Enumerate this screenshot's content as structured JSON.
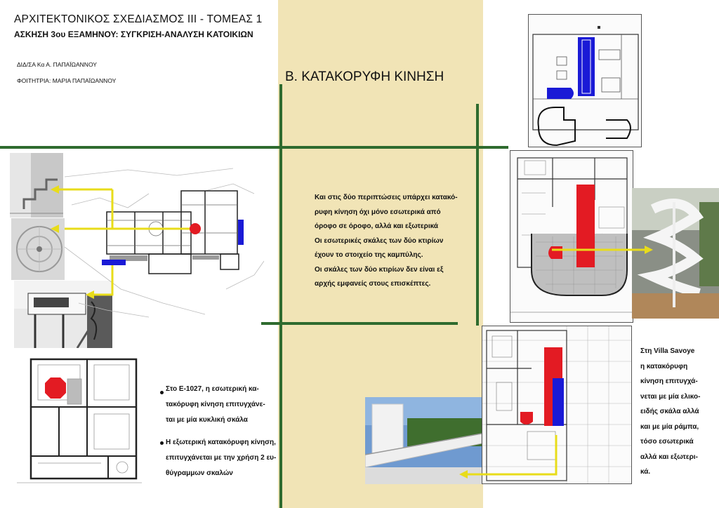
{
  "header": {
    "title": "ΑΡΧΙΤΕΚΤΟΝΙΚΟΣ ΣΧΕΔΙΑΣΜΟΣ ΙΙΙ - ΤΟΜΕΑΣ 1",
    "subtitle": "ΑΣΚΗΣΗ 3ου ΕΞΑΜΗΝΟΥ: ΣΥΓΚΡΙΣΗ-ΑΝΑΛΥΣΗ ΚΑΤΟΙΚΙΩΝ",
    "instructor": "ΔΙΔ/ΣΑ Κα Α. ΠΑΠΑΪΩΑΝΝΟΥ",
    "student": "ΦΟΙΤΗΤΡΙΑ: ΜΑΡΙΑ ΠΑΠΑΪΩΑΝΝΟΥ"
  },
  "section_title": "Β. ΚΑΤΑΚΟΡΥΦΗ ΚΙΝΗΣΗ",
  "center_text": [
    "Και στις δύο περιπτώσεις υπάρχει κατακό-",
    "ρυφη κίνηση  όχι μόνο εσωτερικά από",
    "όροφο σε όροφο, αλλά και εξωτερικά",
    "Οι εσωτερικές σκάλες των δύο κτιρίων",
    "έχουν το στοιχείο της καμπύλης.",
    " Οι σκάλες των δύο κτιρίων δεν είναι εξ",
    "αρχής εμφανείς στους επισκέπτες."
  ],
  "e1027_notes": {
    "bullet1": [
      "Στο Ε-1027, η εσωτερική κα-",
      "τακόρυφη κίνηση επιτυγχάνε-",
      "ται με μία κυκλική σκάλα"
    ],
    "bullet2": [
      "Η εξωτερική κατακόρυφη κίνηση,",
      "επιτυγχάνεται με την χρήση 2 ευ-",
      "θύγραμμων σκαλών"
    ]
  },
  "savoye_text": [
    "Στη Villa Savoye",
    "η κατακόρυφη",
    "κίνηση επιτυγχά-",
    "νεται με μία ελικο-",
    "ειδής σκάλα αλλά",
    "και με μία ράμπα,",
    "τόσο εσωτερικά",
    "αλλά και εξωτερι-",
    "κά."
  ],
  "colors": {
    "band": "#f1e4b6",
    "grid_lines": "#2f6b2f",
    "stair_highlight": "#e31b23",
    "ramp_highlight": "#1a1ad6",
    "arrow": "#e8dc1a"
  }
}
